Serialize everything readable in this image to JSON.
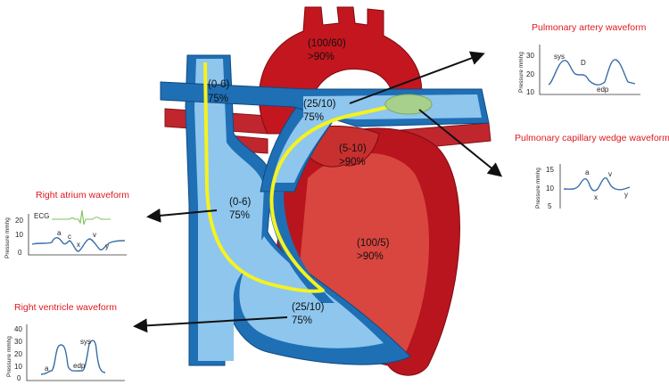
{
  "colors": {
    "blue_dark": "#1f6fb5",
    "blue_light": "#8ec6ee",
    "red_dark": "#b8151f",
    "red_mid": "#d9463f",
    "yellow": "#f5f21f",
    "green": "#a8d08d",
    "title_red": "#e0191e",
    "ecg_green": "#7fc25a"
  },
  "chambers": {
    "aorta": {
      "pressure": "(100/60)",
      "sat": ">90%"
    },
    "svc": {
      "pressure": "(0-6)",
      "sat": "75%"
    },
    "pa": {
      "pressure": "(25/10)",
      "sat": "75%"
    },
    "la": {
      "pressure": "(5-10)",
      "sat": ">90%"
    },
    "ra": {
      "pressure": "(0-6)",
      "sat": "75%"
    },
    "lv": {
      "pressure": "(100/5)",
      "sat": ">90%"
    },
    "rv": {
      "pressure": "(25/10)",
      "sat": "75%"
    }
  },
  "panels": {
    "pa": {
      "title": "Pulmonary artery waveform",
      "ylabel": "Pressure mmhg",
      "ticks": [
        "30",
        "20",
        "10"
      ],
      "labels": {
        "sys": "sys",
        "d": "D",
        "edp": "edp"
      }
    },
    "pcwp": {
      "title": "Pulmonary capillary wedge  waveform",
      "ylabel": "Pressure mmhg",
      "ticks": [
        "15",
        "10",
        "5"
      ],
      "labels": {
        "a": "a",
        "v": "v",
        "x": "x",
        "y": "y"
      }
    },
    "ra": {
      "title": "Right atrium waveform",
      "ylabel": "Pressure mmhg",
      "ticks": [
        "20",
        "10",
        "0"
      ],
      "ecg": "ECG",
      "labels": {
        "a": "a",
        "c": "c",
        "x": "x",
        "v": "v",
        "y": "y"
      }
    },
    "rv": {
      "title": "Right ventricle waveform",
      "ylabel": "Pressure mmhg",
      "ticks": [
        "40",
        "30",
        "20",
        "10",
        "0"
      ],
      "labels": {
        "sys": "sys",
        "edp": "edp",
        "a": "a"
      }
    }
  }
}
